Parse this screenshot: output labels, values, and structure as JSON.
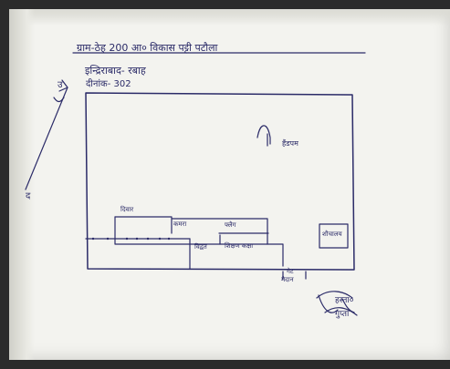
{
  "document": {
    "header_line_1": "ग्राम-ठेह 200 आ० विकास पट्टी पटौला",
    "header_line_2": "इन्द्रिराबाद- रबाह",
    "header_line_3": "दीनांक- 302",
    "well_label": "हैंडपम",
    "room_label_1": "दिवार",
    "room_label_2": "कमरा",
    "room_label_3": "फ्लैग",
    "room_label_4": "विद्वत",
    "room_label_5": "शिक्षण कक्षा",
    "room_label_6": "शौचालय",
    "gate_label": "गेट",
    "bottom_label": "मैदान",
    "signature_line_1": "हस्ता०",
    "signature_line_2": "गुप्ता",
    "marker_top": "उ",
    "marker_bottom": "द"
  },
  "colors": {
    "page": "#f3f3ef",
    "ink": "#2b2b68",
    "dark_edge": "#2b2b2b"
  }
}
